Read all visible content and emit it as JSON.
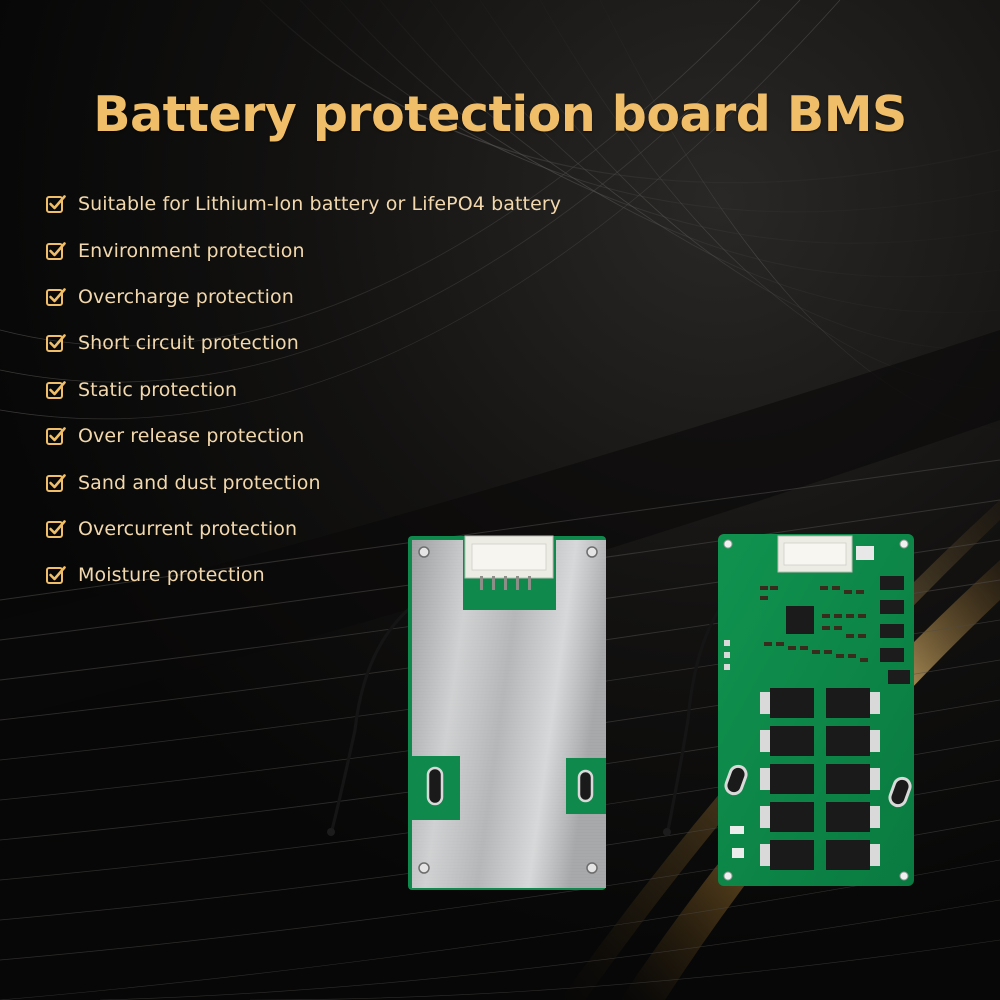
{
  "title": "Battery protection board BMS",
  "features": [
    "Suitable for Lithium-Ion battery or LifePO4 battery",
    "Environment protection",
    "Overcharge protection",
    "Short circuit protection",
    "Static protection",
    "Over release protection",
    "Sand and dust protection",
    "Overcurrent protection",
    "Moisture protection"
  ],
  "colors": {
    "background": "#0c0b0a",
    "gold_accent": "#f0be68",
    "feature_text": "#f2d8ac",
    "pcb_green": "#0f8a4c",
    "heatsink_silver": "#b7b9bb"
  },
  "icons": {
    "feature_bullet": "checkbox-check-icon"
  }
}
